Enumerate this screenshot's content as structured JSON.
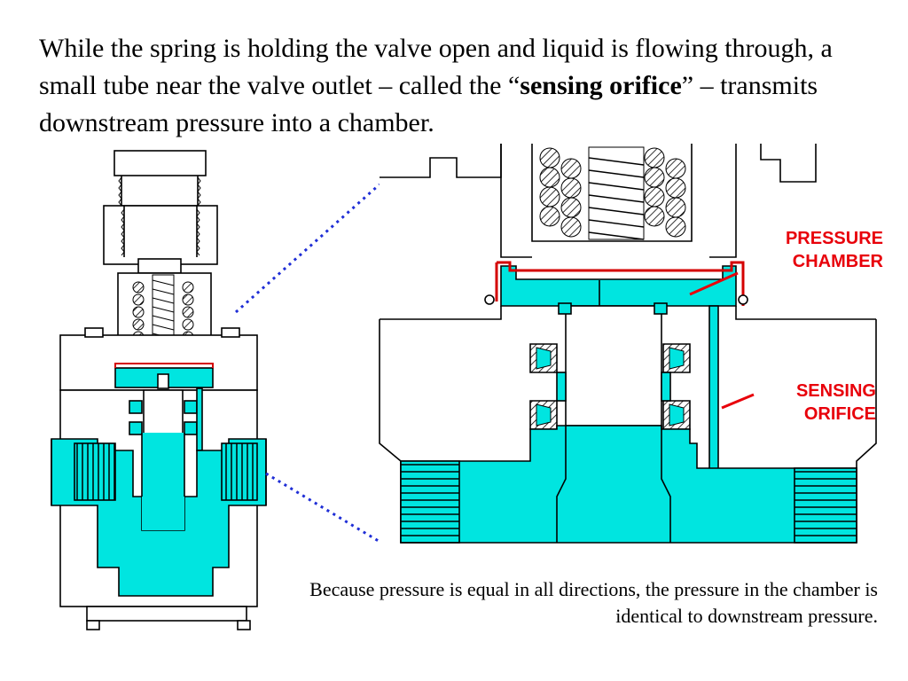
{
  "intro": {
    "part1": "While the spring is holding the valve open and liquid is flowing through, a small tube near the valve outlet – called the “",
    "bold_term": "sensing orifice",
    "part2": "” – transmits downstream pressure into a chamber."
  },
  "callouts": {
    "pressure_chamber": {
      "line1": "PRESSURE",
      "line2": "CHAMBER"
    },
    "sensing_orifice": {
      "line1": "SENSING",
      "line2": "ORIFICE"
    }
  },
  "caption": "Because pressure is equal in all directions, the pressure in the chamber is identical to downstream pressure.",
  "colors": {
    "fluid": "#00e5e0",
    "callout_text": "#e8000a",
    "callout_line": "#e8000a",
    "chamber_outline": "#d40000",
    "zoom_line": "#1f2ed6",
    "outline": "#000000"
  }
}
